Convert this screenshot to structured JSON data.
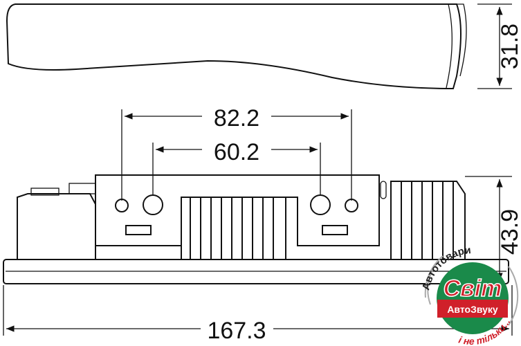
{
  "dimensions": {
    "height_side": "31.8",
    "mount_outer": "82.2",
    "mount_inner": "60.2",
    "height_body": "43.9",
    "length": "167.3"
  },
  "watermark": {
    "arc_top": "Автотовари",
    "brand": "Світ",
    "sub": "АвтоЗвуку",
    "arc_bottom": "і не тільки...",
    "colors": {
      "green": "#1a8a4a",
      "red": "#d0202a"
    }
  }
}
